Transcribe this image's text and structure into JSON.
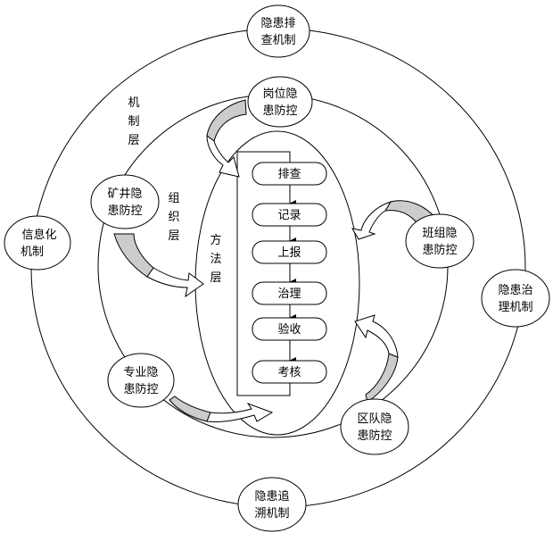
{
  "layers": {
    "mechanism": [
      "机",
      "制",
      "层"
    ],
    "organization": [
      "组",
      "织",
      "层"
    ],
    "method": [
      "方",
      "法",
      "层"
    ]
  },
  "mechanisms": {
    "top": [
      "隐患排",
      "查机制"
    ],
    "left": [
      "信息化",
      "机制"
    ],
    "right": [
      "隐患治",
      "理机制"
    ],
    "bottom": [
      "隐患追",
      "溯机制"
    ]
  },
  "organizations": {
    "post": [
      "岗位隐",
      "患防控"
    ],
    "mine": [
      "矿井隐",
      "患防控"
    ],
    "team": [
      "班组隐",
      "患防控"
    ],
    "specialty": [
      "专业隐",
      "患防控"
    ],
    "district": [
      "区队隐",
      "患防控"
    ]
  },
  "steps": [
    "排查",
    "记录",
    "上报",
    "治理",
    "验收",
    "考核"
  ]
}
